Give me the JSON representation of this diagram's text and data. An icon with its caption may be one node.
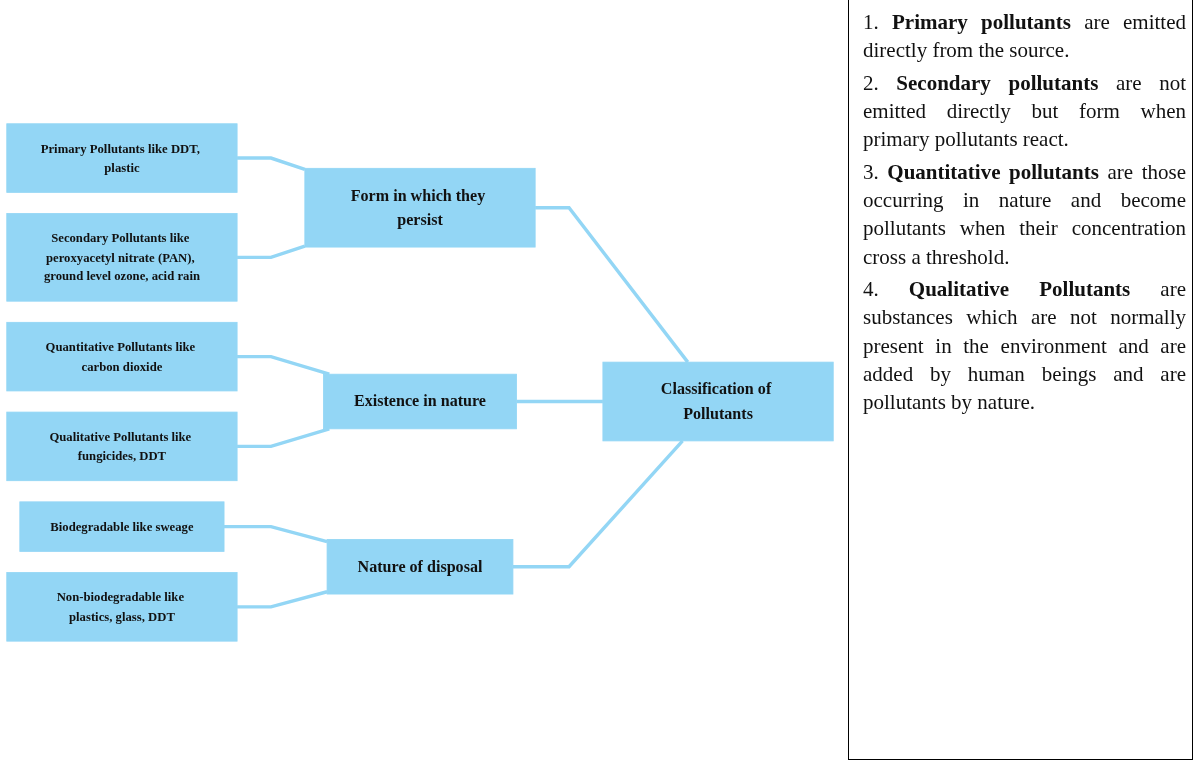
{
  "diagram": {
    "nodes": [
      {
        "text": [
          "Primary Pollutants like DDT, plastic"
        ]
      },
      {
        "text": [
          "Secondary Pollutants like peroxyacetyl nitrate (PAN), ground level ozone, acid rain"
        ]
      },
      {
        "text": [
          "Quantitative Pollutants like carbon dioxide"
        ]
      },
      {
        "text": [
          "Qualitative Pollutants like fungicides, DDT"
        ]
      },
      {
        "text": [
          "Biodegradable like sweage"
        ]
      },
      {
        "text": [
          "Non-biodegradable like plastics, glass, DDT"
        ]
      },
      {
        "text": [
          "Form in which they persist"
        ]
      },
      {
        "text": [
          "Existence in nature"
        ]
      },
      {
        "text": [
          "Nature of disposal"
        ]
      },
      {
        "text": [
          "Classification of Pollutants"
        ]
      }
    ],
    "edges": [
      {
        "from": 0,
        "to": 6,
        "arrow": "none"
      },
      {
        "from": 1,
        "to": 6,
        "arrow": "none"
      },
      {
        "from": 2,
        "to": 7,
        "arrow": "none"
      },
      {
        "from": 3,
        "to": 7,
        "arrow": "none"
      },
      {
        "from": 4,
        "to": 8,
        "arrow": "none"
      },
      {
        "from": 5,
        "to": 8,
        "arrow": "none"
      },
      {
        "from": 6,
        "to": 9,
        "arrow": "none"
      },
      {
        "from": 7,
        "to": 9,
        "arrow": "none"
      },
      {
        "from": 8,
        "to": 9,
        "arrow": "none"
      }
    ],
    "labels": [
      "1. **Primary pollutants** are emitted directly from the source.",
      "2. **Secondary pollutants** are not emitted directly but form when primary pollutants react.",
      "3. **Quantitative pollutants** are those occurring in nature and become pollutants when their concentration cross a threshold.",
      "4. **Qualitative Pollutants** are substances which are not normally present in the environment and are added by human beings and are pollutants by nature."
    ]
  }
}
